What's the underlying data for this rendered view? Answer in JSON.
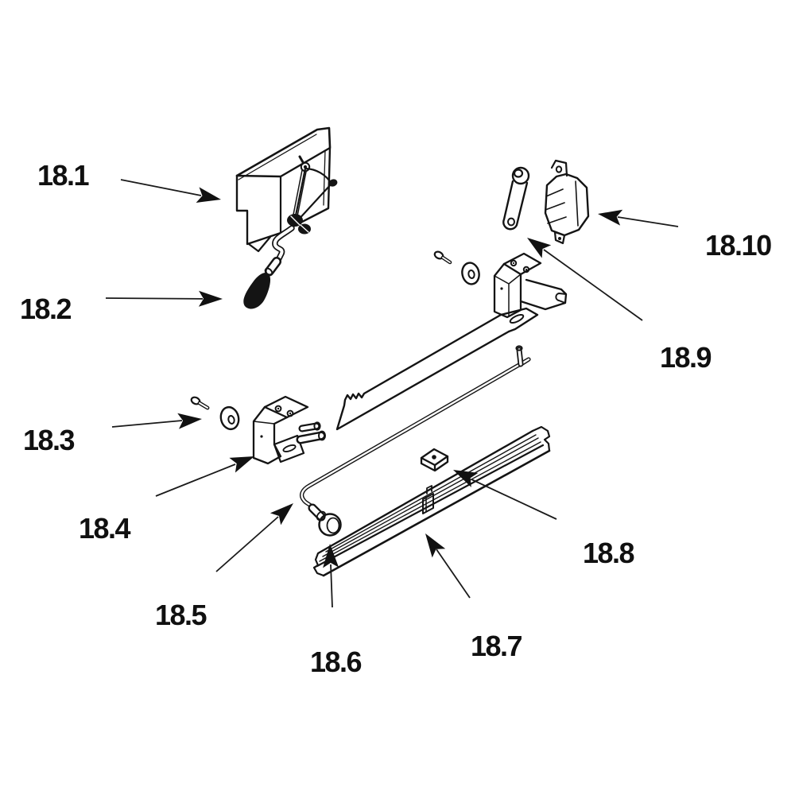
{
  "diagram": {
    "background": "#ffffff",
    "stroke_color": "#141414",
    "label_color": "#101010",
    "callouts": [
      {
        "text": "18.1",
        "part": "crank-housing"
      },
      {
        "text": "18.2",
        "part": "handle-grip"
      },
      {
        "text": "18.3",
        "part": "screw"
      },
      {
        "text": "18.4",
        "part": "mounting-bracket"
      },
      {
        "text": "18.5",
        "part": "rod-bend"
      },
      {
        "text": "18.6",
        "part": "knob"
      },
      {
        "text": "18.7",
        "part": "channel-rail"
      },
      {
        "text": "18.8",
        "part": "slide-nut"
      },
      {
        "text": "18.9",
        "part": "link-arm"
      },
      {
        "text": "18.10",
        "part": "drive-unit"
      }
    ]
  }
}
